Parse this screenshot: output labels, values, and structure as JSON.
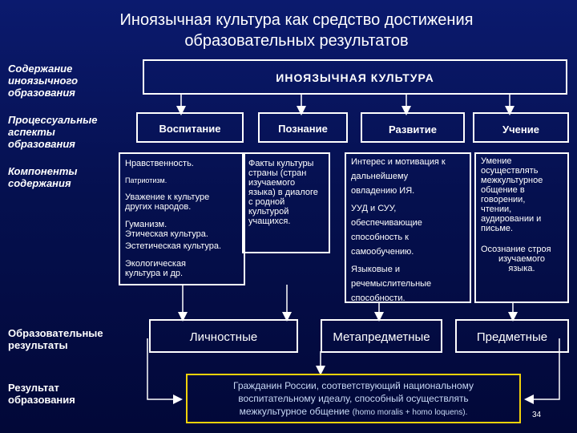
{
  "title": {
    "line1": "Иноязычная культура как средство достижения",
    "line2": "образовательных результатов"
  },
  "left_labels": {
    "content": [
      "Содержание",
      "иноязычного",
      "образования"
    ],
    "process": [
      "Процессуальные",
      "аспекты",
      "образования"
    ],
    "components": [
      "Компоненты",
      "содержания"
    ],
    "results": [
      "Образовательные",
      "результаты"
    ],
    "outcome": [
      "Результат",
      "образования"
    ]
  },
  "top_box": "ИНОЯЗЫЧНАЯ КУЛЬТУРА",
  "aspects": [
    "Воспитание",
    "Познание",
    "Развитие",
    "Учение"
  ],
  "components": {
    "vospitanie": [
      "Нравственность.",
      "Патриотизм.",
      "Уважение к культуре",
      "других народов.",
      "Гуманизм.",
      "Этическая культура.",
      "Эстетическая культура.",
      "Экологическая",
      "культура и др."
    ],
    "poznanie": [
      "Факты культуры",
      "страны (стран",
      "изучаемого",
      "языка) в диалоге",
      "с родной",
      "культурой",
      "учащихся."
    ],
    "razvitie": [
      "Интерес и мотивация к",
      "дальнейшему",
      "овладению ИЯ.",
      "УУД и СУУ,",
      "обеспечивающие",
      "способность к",
      "самообучению.",
      "Языковые и",
      "речемыслительные",
      "способности."
    ],
    "uchenie": [
      "Умение",
      "осуществлять",
      "межкультурное",
      "общение в",
      "говорении,",
      "чтении,",
      "аудировании и",
      "письме.",
      "Осознание строя",
      "изучаемого",
      "языка."
    ]
  },
  "results": [
    "Личностные",
    "Метапредметные",
    "Предметные"
  ],
  "outcome": {
    "line1": "Гражданин России, соответствующий национальному",
    "line2": "воспитательному идеалу, способный осуществлять",
    "line3": "межкультурное общение",
    "line3_small": "(homo moralis + homo loquens)."
  },
  "page_number": "34"
}
